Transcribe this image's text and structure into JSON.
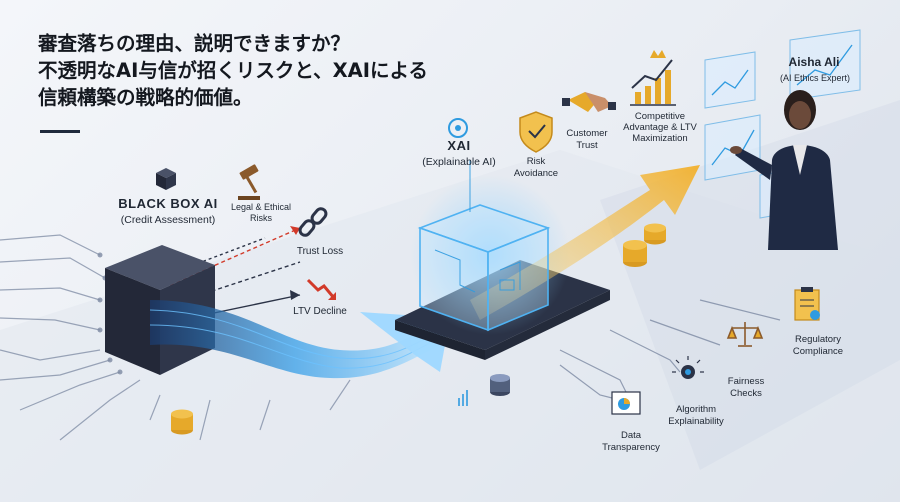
{
  "title": {
    "line1": "審査落ちの理由、説明できますか？",
    "line2": "不透明なAI与信が招くリスクと、XAIによる",
    "line3": "信頼構築の戦略的価値。"
  },
  "black_box": {
    "title": "BLACK BOX AI",
    "subtitle": "(Credit Assessment)"
  },
  "risks": {
    "legal": "Legal & Ethical Risks",
    "trust_loss": "Trust Loss",
    "ltv_decline": "LTV Decline"
  },
  "xai": {
    "title": "XAI",
    "subtitle": "(Explainable AI)"
  },
  "benefits": {
    "risk_avoidance": "Risk Avoidance",
    "customer_trust": "Customer Trust",
    "competitive": "Competitive Advantage & LTV Maximization"
  },
  "person": {
    "name": "Aisha Ali",
    "role": "(AI Ethics Expert)"
  },
  "pillars": {
    "data_transparency": "Data Transparency",
    "algorithm_explainability": "Algorithm Explainability",
    "fairness_checks": "Fairness Checks",
    "regulatory_compliance": "Regulatory Compliance"
  },
  "colors": {
    "accent": "#2f9be0",
    "gold": "#e6a92a",
    "red": "#d23a2a",
    "dark": "#2b3347"
  }
}
